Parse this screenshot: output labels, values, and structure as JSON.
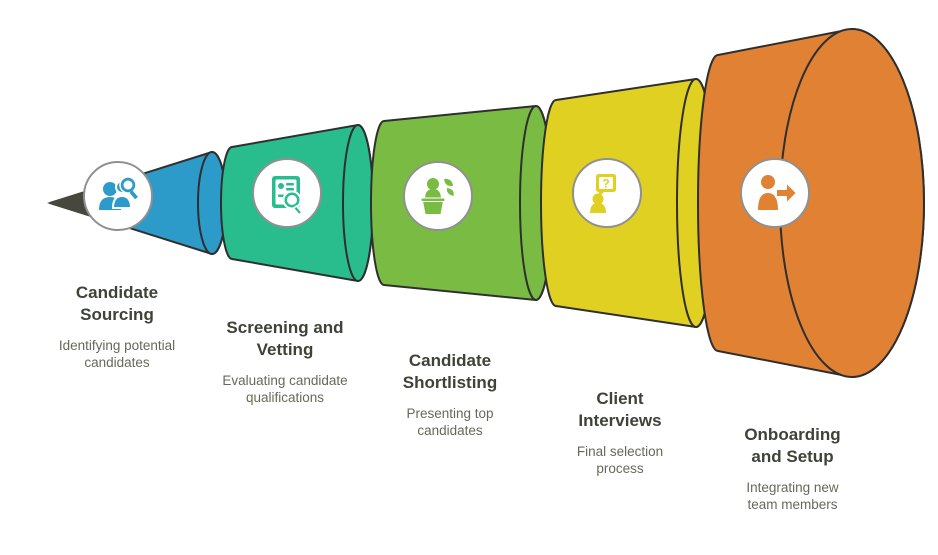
{
  "diagram": {
    "type": "funnel",
    "orientation": "horizontal",
    "stage_count": 5
  },
  "colors": {
    "background": "#ffffff",
    "outline": "#2f2f2f",
    "funnel_tip": "#47473d",
    "icon_circle_fill": "#ffffff",
    "icon_circle_border": "#909090",
    "title_text": "#3e4237",
    "description_text": "#68685a"
  },
  "stages": [
    {
      "index": 1,
      "title": "Candidate\nSourcing",
      "description": "Identifying potential\ncandidates",
      "color": "#2d9bca",
      "icon": "people-search-icon"
    },
    {
      "index": 2,
      "title": "Screening and\nVetting",
      "description": "Evaluating candidate\nqualifications",
      "color": "#29bd8e",
      "icon": "resume-search-icon"
    },
    {
      "index": 3,
      "title": "Candidate\nShortlisting",
      "description": "Presenting top\ncandidates",
      "color": "#7abc43",
      "icon": "presenter-podium-icon"
    },
    {
      "index": 4,
      "title": "Client\nInterviews",
      "description": "Final selection\nprocess",
      "color": "#e0d022",
      "icon": "question-person-icon"
    },
    {
      "index": 5,
      "title": "Onboarding\nand Setup",
      "description": "Integrating new\nteam members",
      "color": "#e08134",
      "icon": "person-forward-arrow-icon"
    }
  ]
}
